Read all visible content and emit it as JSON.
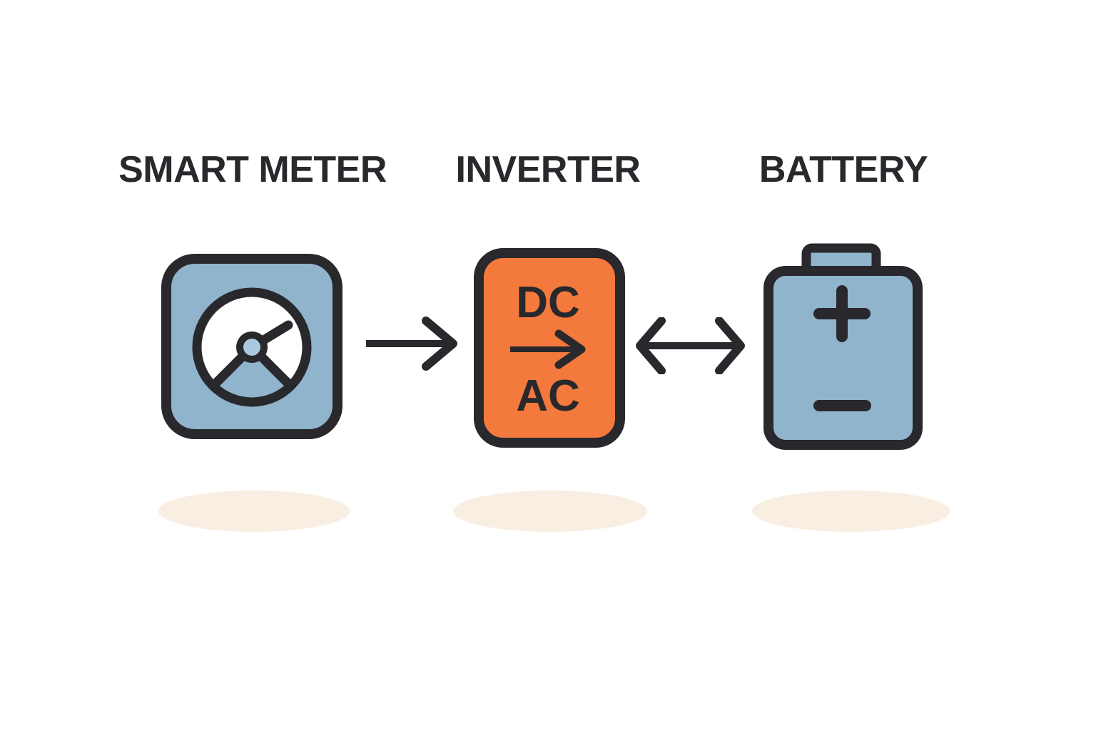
{
  "diagram": {
    "nodes": [
      {
        "id": "smart-meter",
        "label": "SMART METER",
        "icon": "gauge-meter-icon",
        "fill_color": "#91b4cd"
      },
      {
        "id": "inverter",
        "label": "INVERTER",
        "icon": "dc-to-ac-conversion-icon",
        "fill_color": "#f4793c",
        "conversion": {
          "from": "DC",
          "to": "AC"
        }
      },
      {
        "id": "battery",
        "label": "BATTERY",
        "icon": "battery-icon",
        "fill_color": "#91b4cd",
        "terminals": {
          "positive": "+",
          "negative": "−"
        }
      }
    ],
    "connections": [
      {
        "from": "smart-meter",
        "to": "inverter",
        "direction": "one-way-right"
      },
      {
        "from": "inverter",
        "to": "battery",
        "direction": "two-way"
      }
    ]
  },
  "colors": {
    "background": "#ffffff",
    "dark": "#28282d",
    "blue": "#91b4cd",
    "blue_light": "#a9c9df",
    "orange": "#f4793c",
    "shadow": "#f9eee2",
    "white": "#ffffff"
  }
}
